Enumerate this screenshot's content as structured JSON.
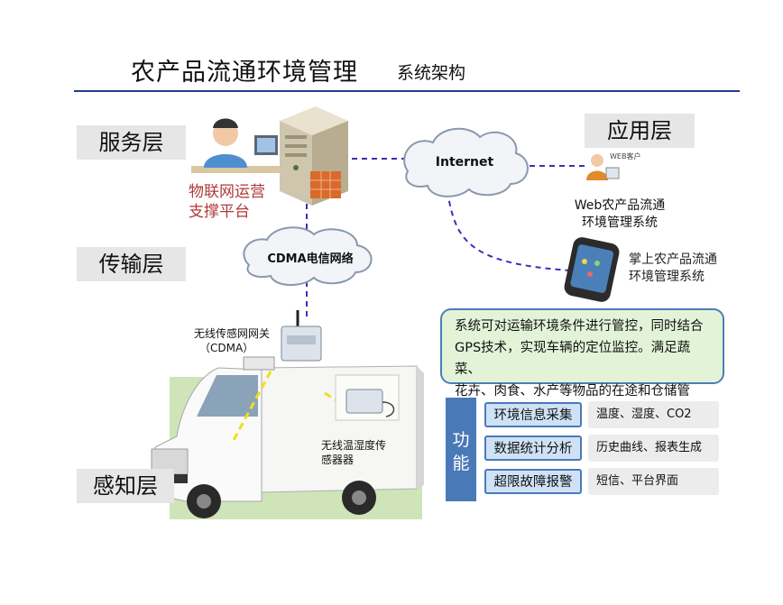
{
  "header": {
    "title": "农产品流通环境管理",
    "subtitle": "系统架构"
  },
  "layers": {
    "service": "服务层",
    "application": "应用层",
    "transport": "传输层",
    "perception": "感知层"
  },
  "platform": {
    "line1": "物联网运营",
    "line2": "支撑平台"
  },
  "clouds": {
    "internet": "Internet",
    "cdma": "CDMA电信网络"
  },
  "web_client": {
    "tag": "WEB客户",
    "line1": "Web农产品流通",
    "line2": "环境管理系统"
  },
  "mobile_client": {
    "line1": "掌上农产品流通",
    "line2": "环境管理系统"
  },
  "gateway": {
    "line1": "无线传感网网关",
    "line2": "（CDMA）"
  },
  "sensor": {
    "line1": "无线温湿度传",
    "line2": "感器器"
  },
  "description": {
    "line1": "系统可对运输环境条件进行管控，同时结合",
    "line2": "GPS技术，实现车辆的定位监控。满足蔬菜、",
    "line3": "花卉、肉食、水产等物品的在途和仓储管控。"
  },
  "functions": {
    "label_line1": "功",
    "label_line2": "能",
    "items": [
      {
        "name": "环境信息采集",
        "detail": "温度、湿度、CO2"
      },
      {
        "name": "数据统计分析",
        "detail": "历史曲线、报表生成"
      },
      {
        "name": "超限故障报警",
        "detail": "短信、平台界面"
      }
    ]
  },
  "colors": {
    "accent": "#1f3b8a",
    "dashed_link": "#3b2fb8",
    "platform_text": "#b03a3a",
    "desc_bg": "#e3f3d8",
    "func_blue": "#4a79b8"
  }
}
